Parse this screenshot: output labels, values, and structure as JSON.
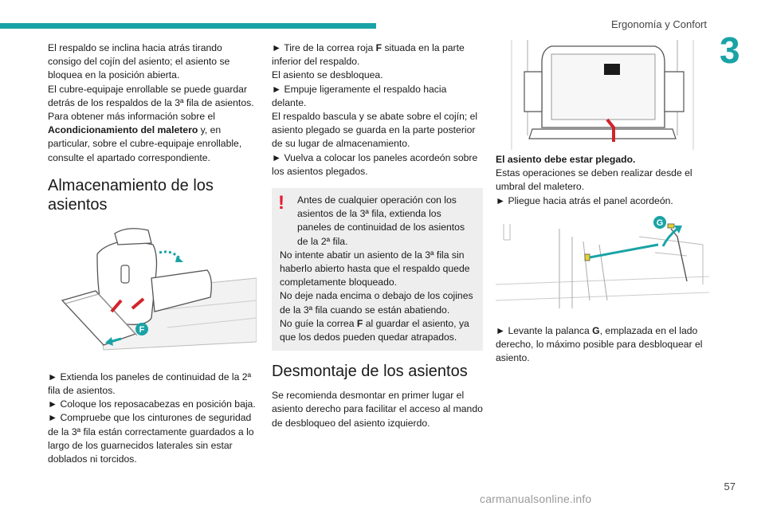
{
  "header": {
    "section_title": "Ergonomía y Confort",
    "chapter_number": "3",
    "accent_color": "#1aa3a6"
  },
  "col1": {
    "p1": "El respaldo se inclina hacia atrás tirando consigo del cojín del asiento; el asiento se bloquea en la posición abierta.",
    "p2": "El cubre-equipaje enrollable se puede guardar detrás de los respaldos de la 3ª fila de asientos.",
    "p3_a": "Para obtener más información sobre el ",
    "p3_b": "Acondicionamiento del maletero",
    "p3_c": " y, en particular, sobre el cubre-equipaje enrollable, consulte el apartado correspondiente.",
    "heading_1": "Almacenamiento de los",
    "heading_2": "asientos",
    "figure_label": "F",
    "s1": "► Extienda los paneles de continuidad de la 2ª fila de asientos.",
    "s2": "► Coloque los reposacabezas en posición baja.",
    "s3": "► Compruebe que los cinturones de seguridad de la 3ª fila están correctamente guardados a lo largo de los guarnecidos laterales sin estar doblados ni torcidos."
  },
  "col2": {
    "l1_a": "► Tire de la correa roja ",
    "l1_b": "F",
    "l1_c": " situada en la parte inferior del respaldo.",
    "l2": "El asiento se desbloquea.",
    "l3": "► Empuje ligeramente el respaldo hacia delante.",
    "l4": "El respaldo bascula y se abate sobre el cojín; el asiento plegado se guarda en la parte posterior de su lugar de almacenamiento.",
    "l5": "► Vuelva a colocar los paneles acordeón sobre los asientos plegados.",
    "warning": {
      "w1": "Antes de cualquier operación con los asientos de la 3ª fila, extienda los paneles de continuidad de los asientos de la 2ª fila.",
      "w2": "No intente abatir un asiento de la 3ª fila sin haberlo abierto hasta que el respaldo quede completamente bloqueado.",
      "w3": "No deje nada encima o debajo de los cojines de la 3ª fila cuando se están abatiendo.",
      "w4_a": "No guíe la correa ",
      "w4_b": "F",
      "w4_c": " al guardar el asiento, ya que los dedos pueden quedar atrapados.",
      "icon_color": "#e8192c"
    },
    "heading": "Desmontaje de los asientos",
    "p1": "Se recomienda desmontar en primer lugar el asiento derecho para facilitar el acceso al mando de desbloqueo del asiento izquierdo."
  },
  "col3": {
    "bold_line": "El asiento debe estar plegado.",
    "l1": "Estas operaciones se deben realizar desde el umbral del maletero.",
    "l2": "► Pliegue hacia atrás el panel acordeón.",
    "figure_label": "G",
    "l3_a": "► Levante la palanca ",
    "l3_b": "G",
    "l3_c": ", emplazada en el lado derecho, lo máximo posible para desbloquear el asiento."
  },
  "footer": {
    "page_number": "57",
    "watermark": "carmanualsonline.info"
  }
}
